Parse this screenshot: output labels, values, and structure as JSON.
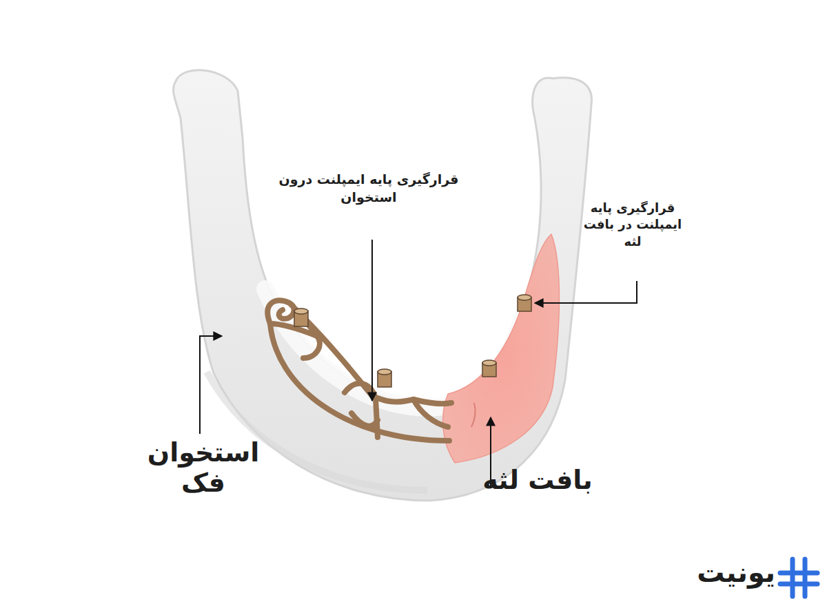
{
  "diagram": {
    "labels": [
      "قرارگیری پایه ایمپلنت درون استخوان",
      "قرارگیری پایه ایمپلنت در بافت لثه",
      "استخوان فک",
      "بافت لثه",
      "یونیت"
    ]
  }
}
